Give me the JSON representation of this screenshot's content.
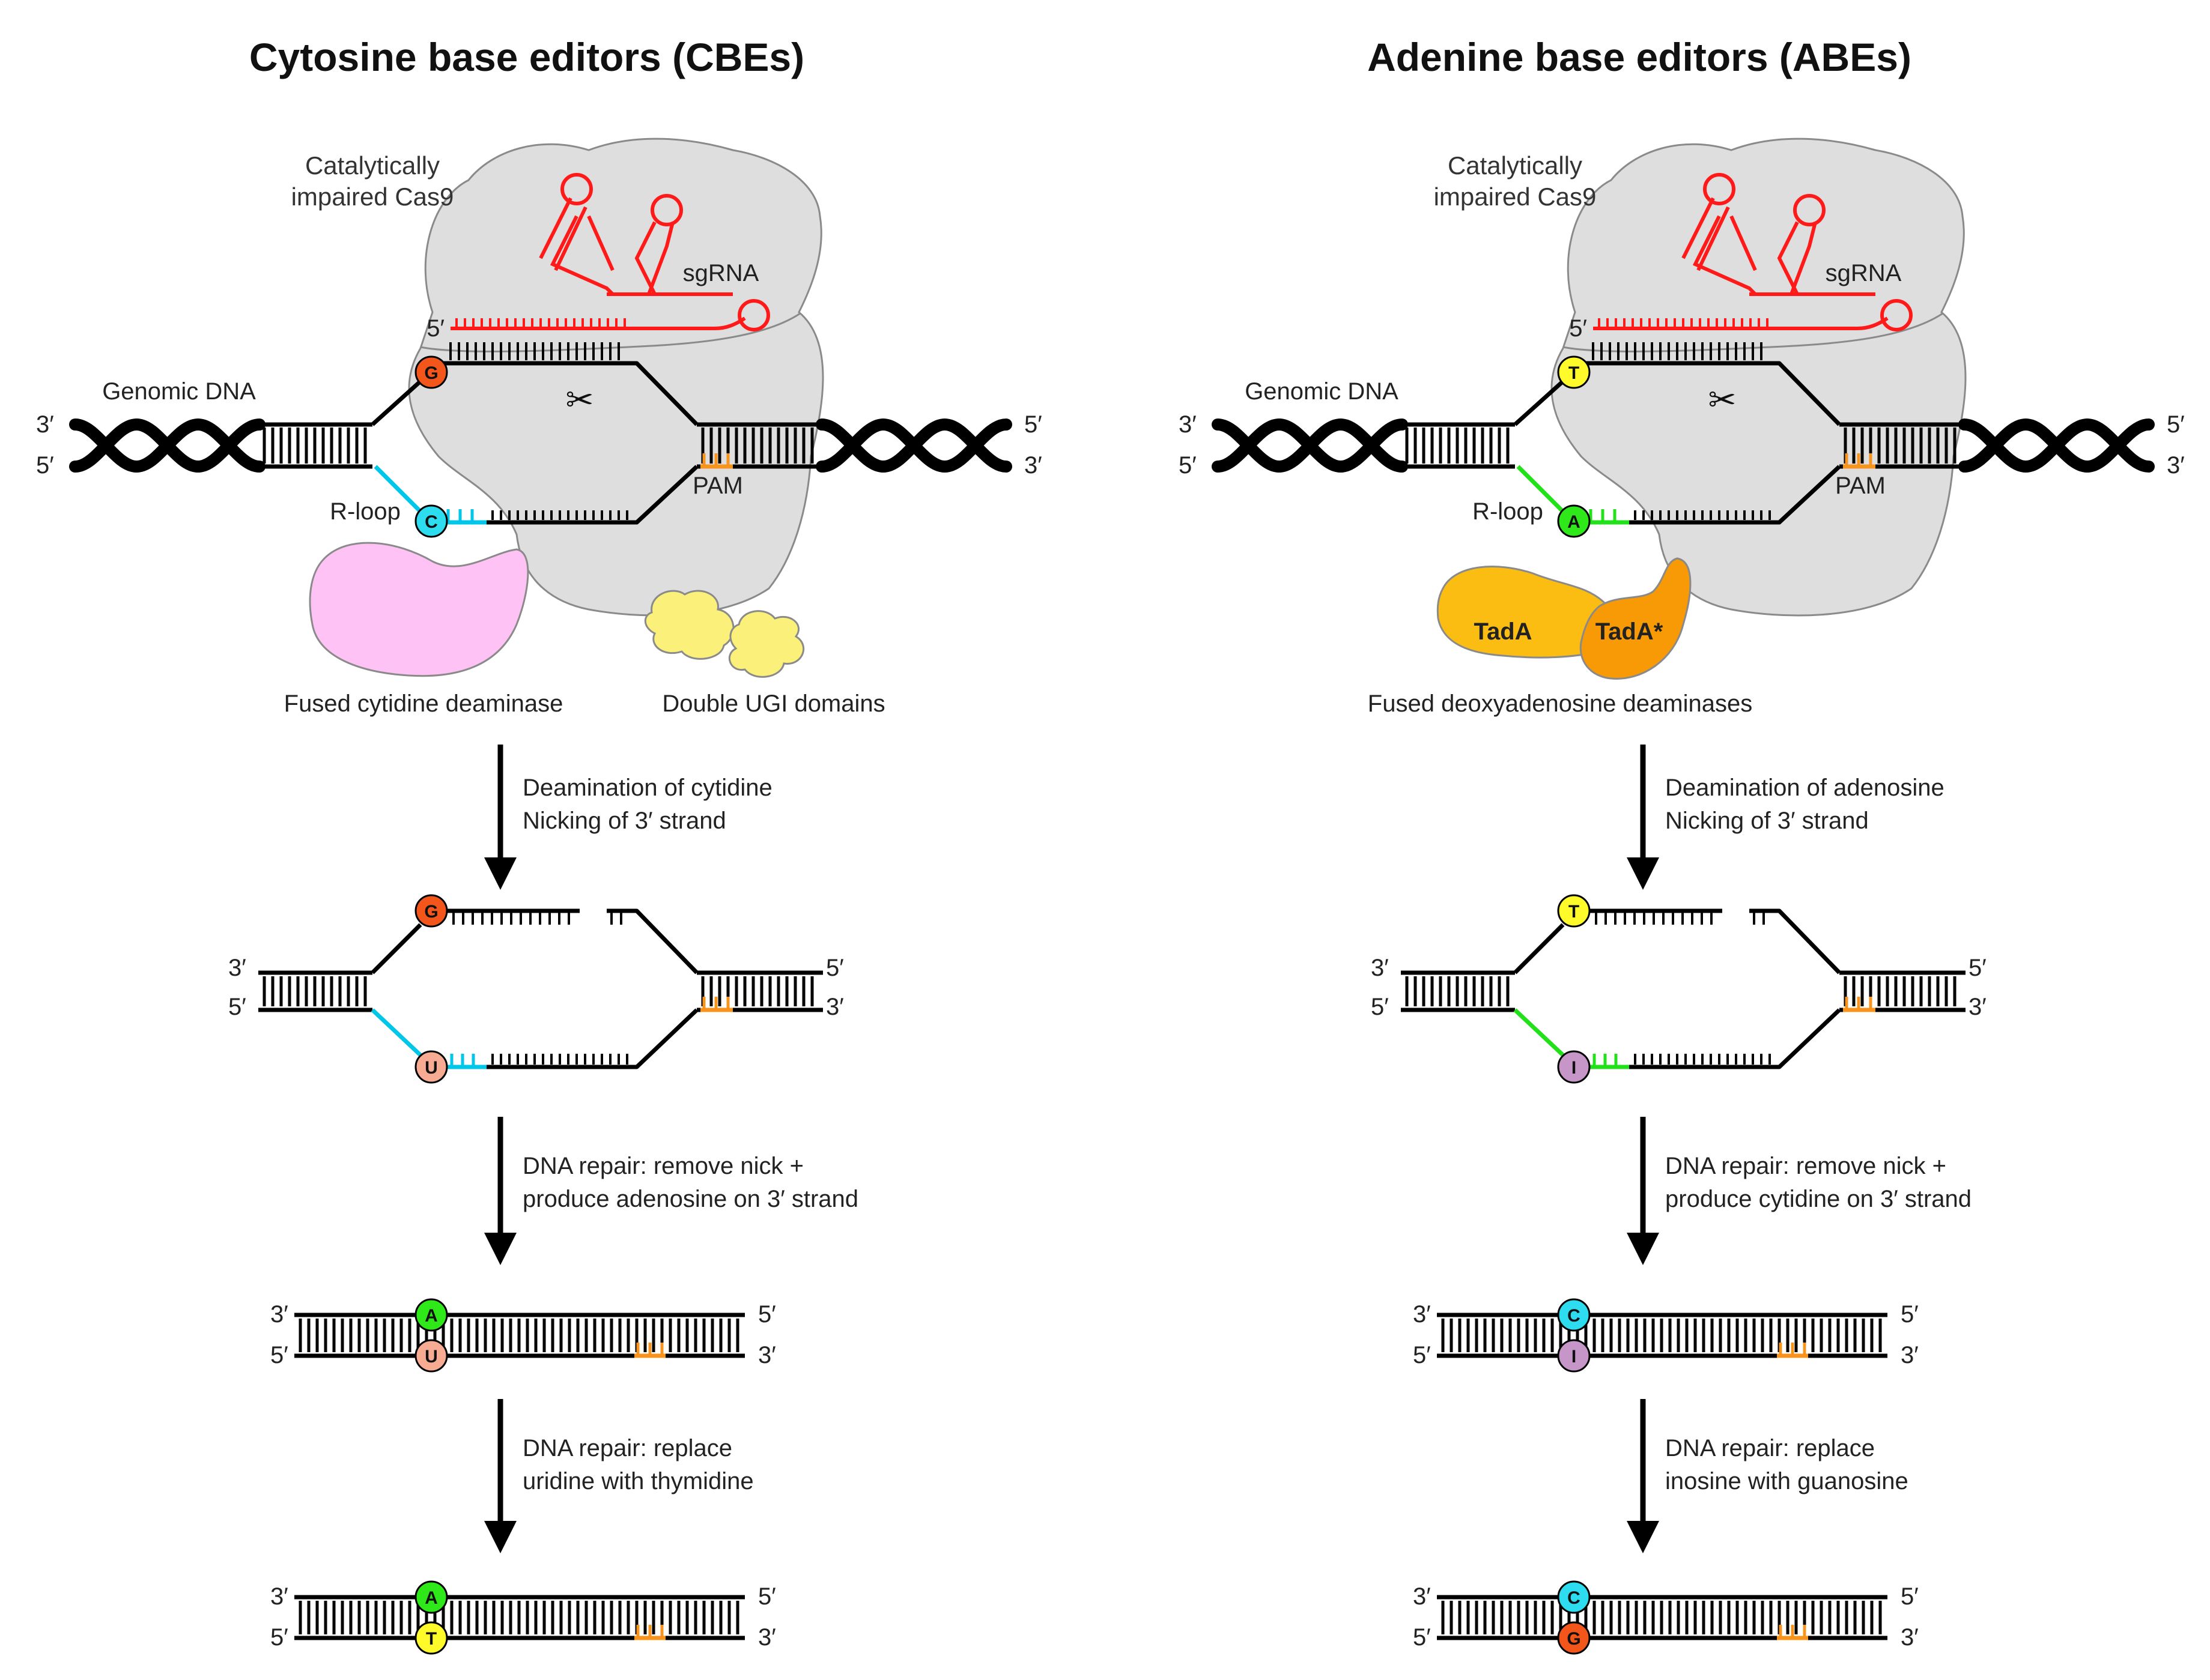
{
  "colors": {
    "sgrna": "#ff1a1a",
    "pam": "#f7941d",
    "rloop_cbe": "#00c6e8",
    "rloop_abe": "#22e01a",
    "cas9": "#dedede",
    "cas9_stroke": "#8a8a8a",
    "cbe_deaminase": "#ffc2f5",
    "ugi": "#fbf07a",
    "tada": "#fbbd12",
    "tada_star": "#f79a05",
    "nuc_G": "#f2561b",
    "nuc_C": "#2edcf0",
    "nuc_T": "#fffb2b",
    "nuc_A": "#2fe81a",
    "nuc_U": "#f7ab92",
    "nuc_I": "#c696c8",
    "text_cas9": "#666666",
    "text_pink": "#e632e0",
    "text_yellow": "#e8d436",
    "text_orange": "#f7941d"
  },
  "panels": {
    "cbe": {
      "title": "Cytosine base editors (CBEs)",
      "cas9_label": [
        "Catalytically",
        "impaired Cas9"
      ],
      "sgrna_label": "sgRNA",
      "sgrna_5prime": "5′",
      "genomic_dna_label": "Genomic DNA",
      "rloop_label": "R-loop",
      "pam_label": "PAM",
      "deaminase_label": "Fused cytidine deaminase",
      "ugi_label": "Double UGI domains",
      "top_nucleotide": "G",
      "bottom_nucleotide": "C",
      "step1": [
        "Deamination of cytidine",
        "Nicking of 3′ strand"
      ],
      "step1_top": "G",
      "step1_bottom": "U",
      "step2": [
        "DNA repair: remove nick +",
        "produce adenosine on 3′ strand"
      ],
      "step2_top": "A",
      "step2_bottom": "U",
      "step3": [
        "DNA repair: replace",
        "uridine with thymidine"
      ],
      "step3_top": "A",
      "step3_bottom": "T"
    },
    "abe": {
      "title": "Adenine base editors (ABEs)",
      "cas9_label": [
        "Catalytically",
        "impaired Cas9"
      ],
      "sgrna_label": "sgRNA",
      "sgrna_5prime": "5′",
      "genomic_dna_label": "Genomic DNA",
      "rloop_label": "R-loop",
      "pam_label": "PAM",
      "tada_label": "TadA",
      "tada_star_label": "TadA*",
      "deaminase_label": "Fused deoxyadenosine deaminases",
      "top_nucleotide": "T",
      "bottom_nucleotide": "A",
      "step1": [
        "Deamination of adenosine",
        "Nicking of 3′ strand"
      ],
      "step1_top": "T",
      "step1_bottom": "I",
      "step2": [
        "DNA repair: remove nick +",
        "produce cytidine on 3′ strand"
      ],
      "step2_top": "C",
      "step2_bottom": "I",
      "step3": [
        "DNA repair: replace",
        "inosine with guanosine"
      ],
      "step3_top": "C",
      "step3_bottom": "G"
    }
  },
  "ends": {
    "three": "3′",
    "five": "5′"
  }
}
